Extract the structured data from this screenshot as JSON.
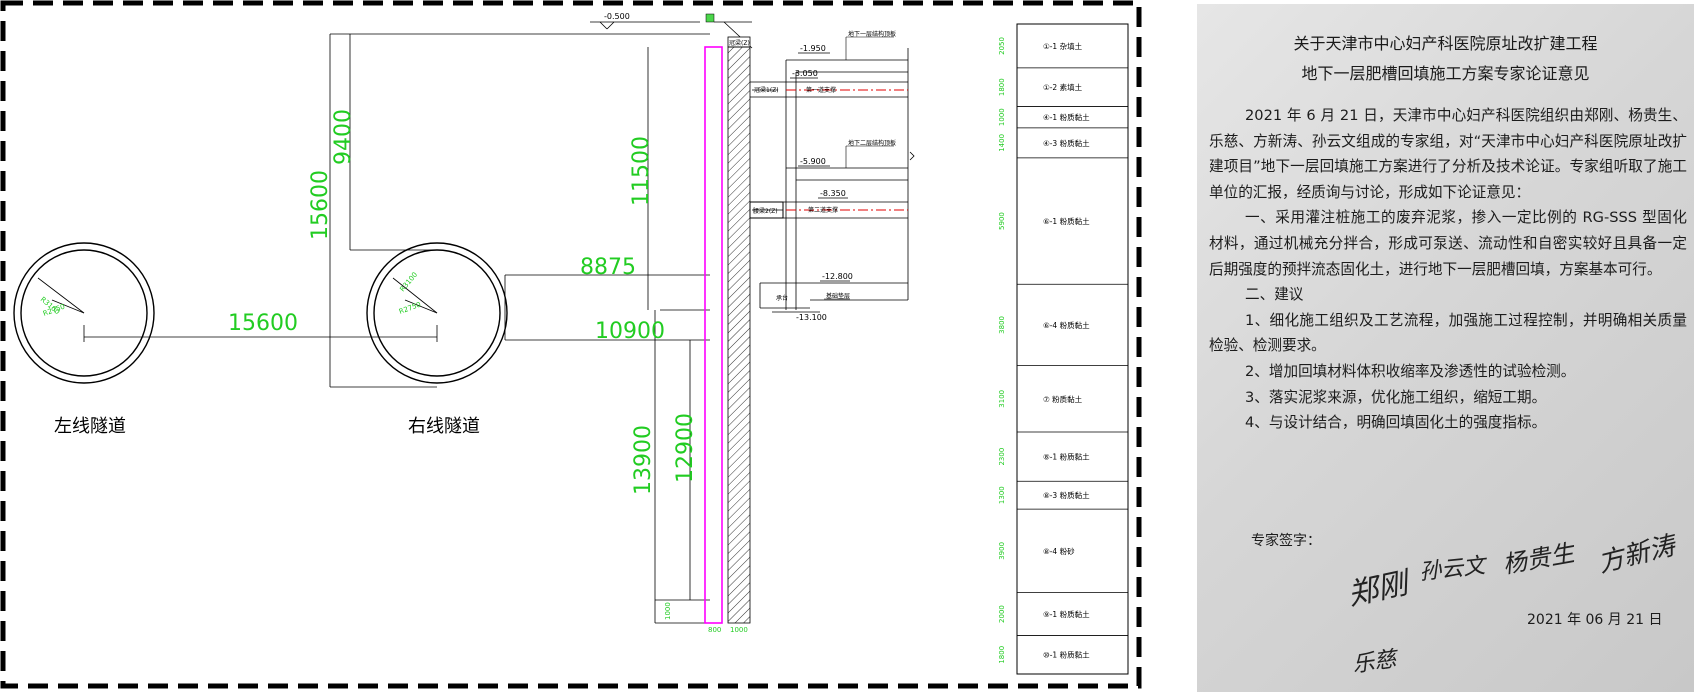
{
  "drawing": {
    "left_tunnel_label": "左线隧道",
    "right_tunnel_label": "右线隧道",
    "tunnel_radius_outer": "R3100",
    "tunnel_radius_inner": "R2750",
    "dim_15600_horizontal": "15600",
    "dim_15600_vertical": "15600",
    "dim_9400": "9400",
    "dim_8875": "8875",
    "dim_10900": "10900",
    "dim_11500": "11500",
    "dim_13900": "13900",
    "dim_12900": "12900",
    "dim_1000_left": "1000",
    "dim_800": "800",
    "dim_1000_bottom": "1000",
    "elev_top": "-0.500",
    "elev_1": "-1.950",
    "elev_2": "-3.050",
    "elev_3": "-5.900",
    "elev_4": "-8.350",
    "elev_5": "-12.800",
    "elev_6": "-13.100",
    "floor_b1_structure": "地下一层结构顶板",
    "floor_b2_structure": "地下二层结构顶板",
    "first_support": "第一道支撑",
    "second_support": "第二道支撑",
    "beam_1": "冠梁1(Z)",
    "beam_2": "腰梁2(Z)",
    "capping_beam": "冠梁(Z)",
    "cap": "承台",
    "cushion": "基础垫层"
  },
  "strata": [
    {
      "thickness": "2050",
      "label": "①-1 杂填土"
    },
    {
      "thickness": "1800",
      "label": "①-2 素填土"
    },
    {
      "thickness": "1000",
      "label": "④-1 粉质黏土"
    },
    {
      "thickness": "1400",
      "label": "④-3 粉质黏土"
    },
    {
      "thickness": "5900",
      "label": "⑥-1 粉质黏土"
    },
    {
      "thickness": "3800",
      "label": "⑥-4 粉质黏土"
    },
    {
      "thickness": "3100",
      "label": "⑦ 粉质黏土"
    },
    {
      "thickness": "2300",
      "label": "⑧-1 粉质黏土"
    },
    {
      "thickness": "1300",
      "label": "⑧-3 粉质黏土"
    },
    {
      "thickness": "3900",
      "label": "⑧-4 粉砂"
    },
    {
      "thickness": "2000",
      "label": "⑨-1 粉质黏土"
    },
    {
      "thickness": "1800",
      "label": "⑩-1 粉质黏土"
    }
  ],
  "document": {
    "title_line1": "关于天津市中心妇产科医院原址改扩建工程",
    "title_line2": "地下一层肥槽回填施工方案专家论证意见",
    "intro": "2021 年 6 月 21 日，天津市中心妇产科医院组织由郑刚、杨贵生、乐慈、方新涛、孙云文组成的专家组，对“天津市中心妇产科医院原址改扩建项目”地下一层回填施工方案进行了分析及技术论证。专家组听取了施工单位的汇报，经质询与讨论，形成如下论证意见：",
    "point1": "一、采用灌注桩施工的废弃泥浆，掺入一定比例的 RG-SSS 型固化材料，通过机械充分拌合，形成可泵送、流动性和自密实较好且具备一定后期强度的预拌流态固化土，进行地下一层肥槽回填，方案基本可行。",
    "point2": "二、建议",
    "s1": "1、细化施工组织及工艺流程，加强施工过程控制，并明确相关质量检验、检测要求。",
    "s2": "2、增加回填材料体积收缩率及渗透性的试验检测。",
    "s3": "3、落实泥浆来源，优化施工组织，缩短工期。",
    "s4": "4、与设计结合，明确回填固化土的强度指标。",
    "sign_label": "专家签字：",
    "signatures": [
      "郑刚",
      "孙云文",
      "杨贵生",
      "方新涛",
      "乐慈"
    ],
    "date": "2021 年 06 月 21 日"
  },
  "colors": {
    "dimension_green": "#22cc22",
    "pile_magenta": "#ff00ff",
    "axis_red": "#e00000"
  }
}
